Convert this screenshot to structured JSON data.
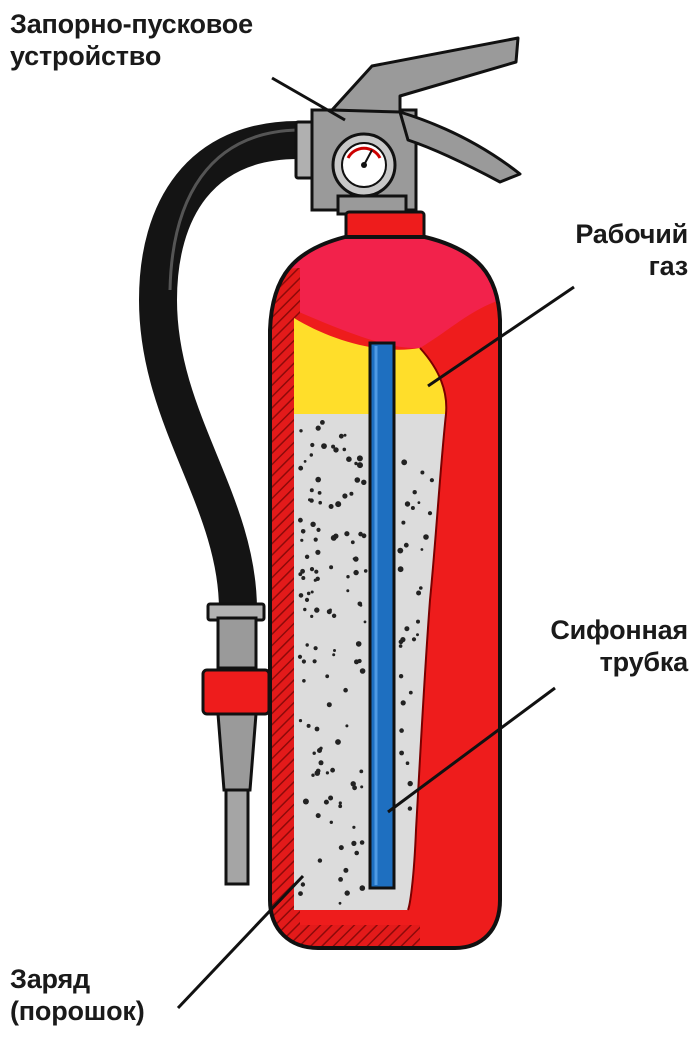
{
  "labels": {
    "valve": {
      "line1": "Запорно-пусковое",
      "line2": "устройство"
    },
    "gas": {
      "line1": "Рабочий",
      "line2": "газ"
    },
    "siphon": {
      "line1": "Сифонная",
      "line2": "трубка"
    },
    "charge": {
      "line1": "Заряд",
      "line2": "(порошок)"
    }
  },
  "colors": {
    "body_red": "#ee1c1c",
    "pink_red": "#f2224b",
    "hatch_red": "#b80f0f",
    "gas_yellow": "#ffde2a",
    "powder_gray": "#dcdcdc",
    "tube_blue": "#1e6fc0",
    "metal_gray": "#9a9a9a",
    "hose_black": "#141414"
  }
}
